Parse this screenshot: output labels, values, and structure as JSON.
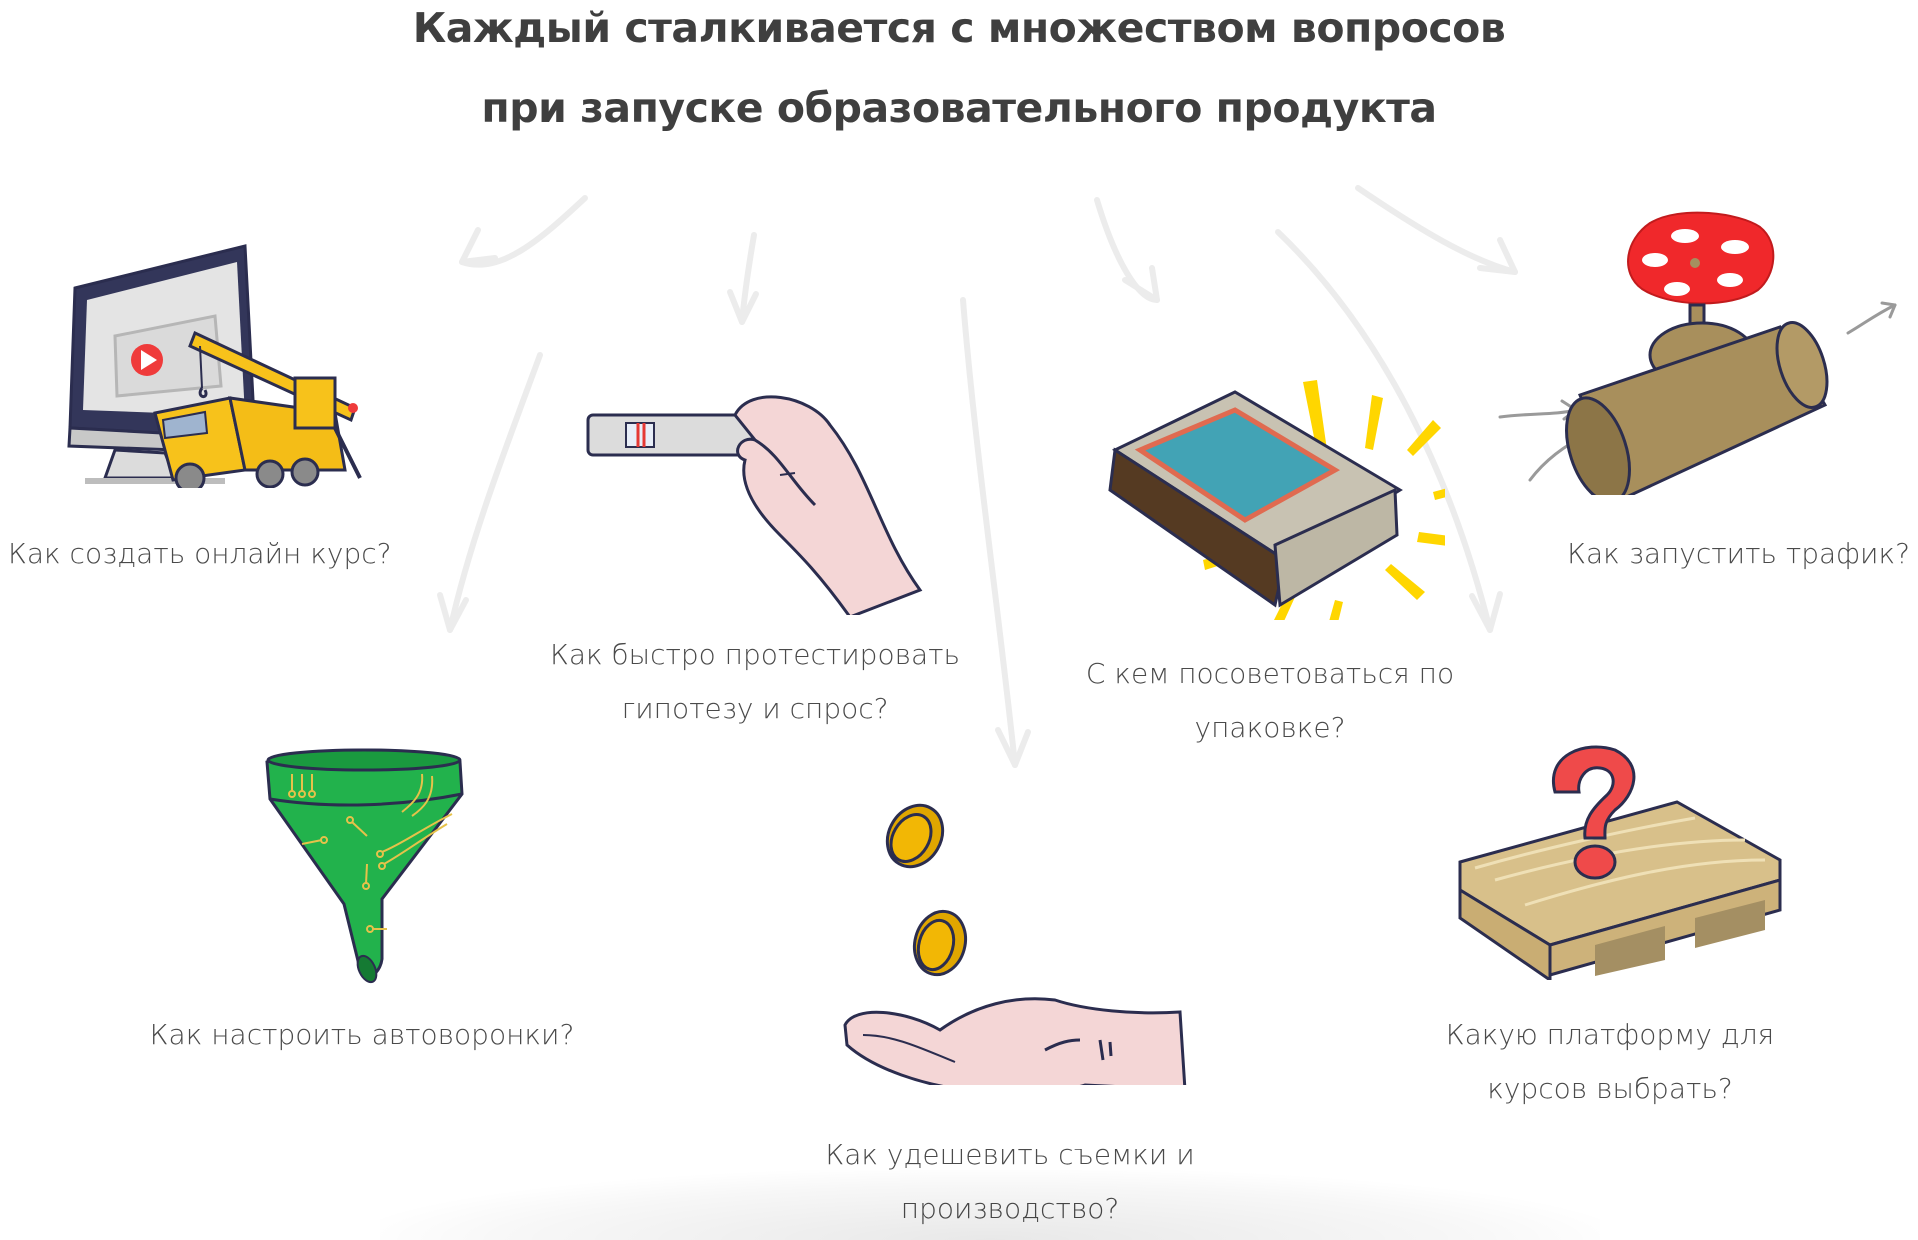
{
  "header": {
    "title_line1": "Каждый сталкивается с множеством вопросов",
    "title_line2": "при запуске образовательного продукта"
  },
  "items": [
    {
      "id": "create-course",
      "icon": "monitor-crane-icon",
      "lines": [
        "Как создать онлайн курс?"
      ]
    },
    {
      "id": "test-hypothesis",
      "icon": "hand-test-strip-icon",
      "lines": [
        "Как быстро протестировать",
        "гипотезу и спрос?"
      ]
    },
    {
      "id": "packaging",
      "icon": "matchbox-icon",
      "lines": [
        "С кем посоветоваться по",
        "упаковке?"
      ]
    },
    {
      "id": "traffic",
      "icon": "valve-icon",
      "lines": [
        "Как запустить трафик?"
      ]
    },
    {
      "id": "autofunnels",
      "icon": "funnel-icon",
      "lines": [
        "Как настроить автоворонки?"
      ]
    },
    {
      "id": "cheaper-production",
      "icon": "coins-hand-icon",
      "lines": [
        "Как удешевить съемки и",
        "производство?"
      ]
    },
    {
      "id": "platform",
      "icon": "pallet-question-icon",
      "lines": [
        "Какую платформу для",
        "курсов выбрать?"
      ]
    }
  ],
  "colors": {
    "text": "#4a4a4a",
    "title": "#3f3f3f",
    "arrow": "#ececec",
    "outline": "#2b2d4f",
    "crane_yellow": "#f7c21b",
    "valve_red": "#f0282b",
    "brass": "#a88f5c",
    "funnel_green": "#22b24c",
    "coin_gold": "#f2b705",
    "pallet_wood": "#d8c08a",
    "question_red": "#ef4a4a",
    "skin": "#f3d3d3",
    "spark_yellow": "#ffd600"
  }
}
